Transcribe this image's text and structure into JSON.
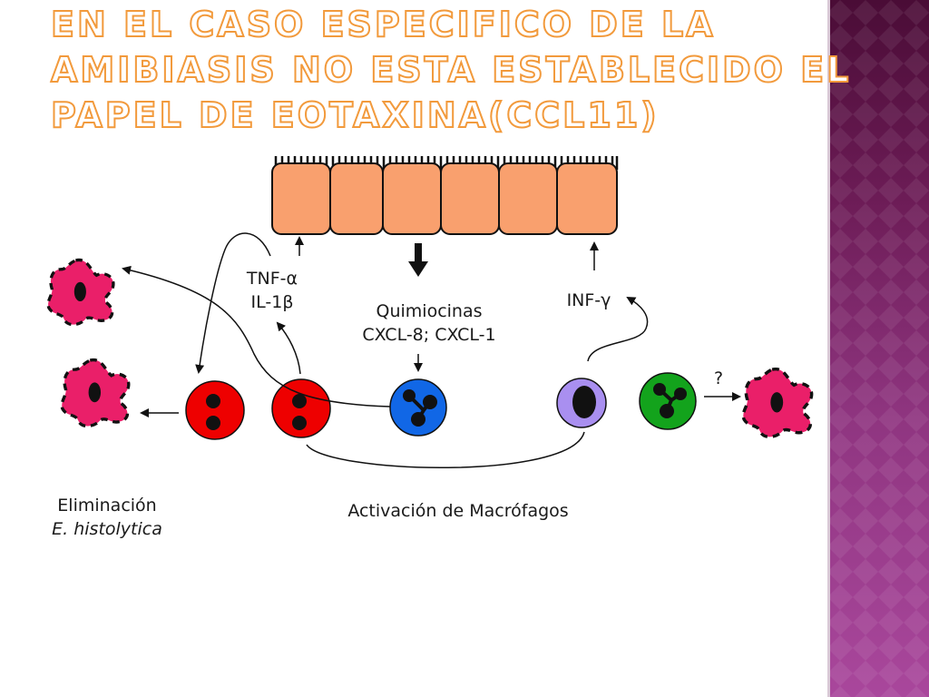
{
  "title": {
    "line1": "EN EL CASO ESPECIFICO DE LA",
    "line2": "AMIBIASIS NO ESTA ESTABLECIDO EL",
    "line3": "PAPEL DE EOTAXINA(CCL11)"
  },
  "labels": {
    "cytokines_1": "TNF-α",
    "cytokines_2": "IL-1β",
    "chemokines_1": "Quimiocinas",
    "chemokines_2": "CXCL-8; CXCL-1",
    "interferon": "INF-γ",
    "unknown": "?",
    "elimination_1": "Eliminación",
    "elimination_2": "E. histolytica",
    "macrophage_activation": "Activación de Macrófagos"
  },
  "colors": {
    "epithelium": "#f9a06e",
    "amoeba": "#ea1f69",
    "macrophage": "#ee0000",
    "neutrophil": "#1167e6",
    "lymphocyte": "#a98ff0",
    "eosinophil": "#13a31c",
    "title_outline": "#f29a3c",
    "side_band": "#7d2a6d"
  }
}
